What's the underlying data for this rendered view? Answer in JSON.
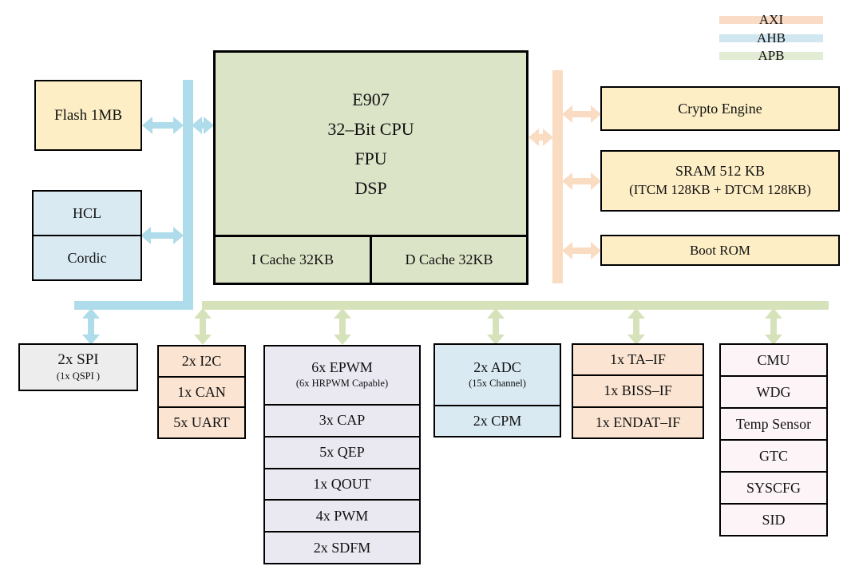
{
  "legend": {
    "items": [
      {
        "label": "AXI",
        "color": "#fadcc6"
      },
      {
        "label": "AHB",
        "color": "#d0e6f0"
      },
      {
        "label": "APB",
        "color": "#e2ebd3"
      }
    ]
  },
  "cpu": {
    "lines": [
      "E907",
      "32–Bit CPU",
      "FPU",
      "DSP"
    ],
    "icache": "I Cache 32KB",
    "dcache": "D Cache 32KB"
  },
  "memory_left": {
    "flash": "Flash 1MB",
    "hcl": "HCL",
    "cordic": "Cordic"
  },
  "right_blocks": {
    "crypto": "Crypto Engine",
    "sram_title": "SRAM 512 KB",
    "sram_sub": "(ITCM 128KB + DTCM 128KB)",
    "boot_rom": "Boot ROM"
  },
  "peripherals": {
    "spi": {
      "title": "2x SPI",
      "sub": "(1x QSPI )"
    },
    "comm": [
      "2x I2C",
      "1x CAN",
      "5x UART"
    ],
    "pwm": {
      "title": "6x EPWM",
      "sub": "(6x HRPWM Capable)",
      "cells": [
        "3x CAP",
        "5x QEP",
        "1x QOUT",
        "4x PWM",
        "2x SDFM"
      ]
    },
    "analog": {
      "title": "2x ADC",
      "sub": "(15x Channel)",
      "cells": [
        "2x CPM"
      ]
    },
    "encoder": [
      "1x TA–IF",
      "1x BISS–IF",
      "1x ENDAT–IF"
    ],
    "system": [
      "CMU",
      "WDG",
      "Temp Sensor",
      "GTC",
      "SYSCFG",
      "SID"
    ]
  },
  "colors": {
    "axi_bus": "#fadcc3",
    "ahb_bus": "#aedcea",
    "apb_bus": "#d6e3ba",
    "cpu_fill": "#dce4c7",
    "memory_fill": "#fdeec5",
    "blue_fill": "#d9eaf2",
    "peach_fill": "#fbe4d1",
    "lavender_fill": "#eae8f1",
    "pink_fill": "#fdf4f8",
    "grey_fill": "#ededed"
  }
}
